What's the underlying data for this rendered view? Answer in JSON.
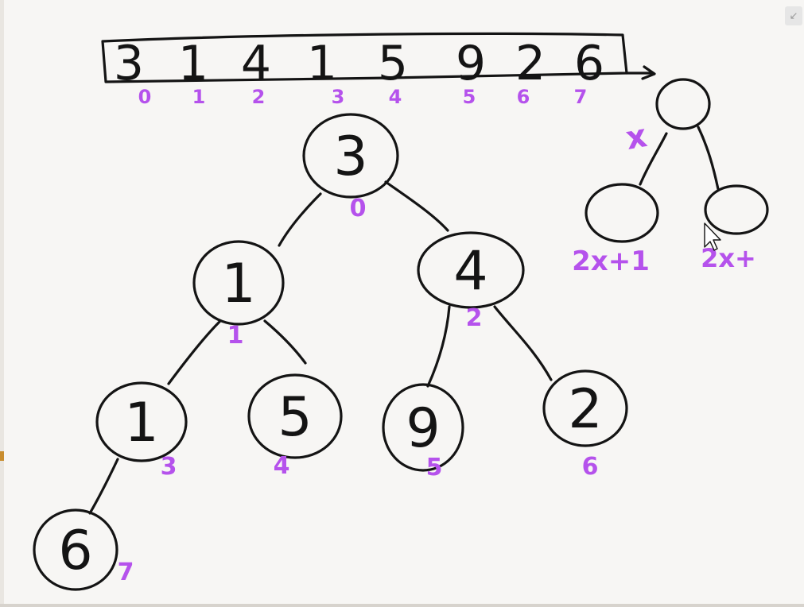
{
  "colors": {
    "ink": "#141414",
    "annotation": "#b552ec",
    "background": "#f7f6f4"
  },
  "array": {
    "values": [
      "3",
      "1",
      "4",
      "1",
      "5",
      "9",
      "2",
      "6"
    ],
    "indices": [
      "0",
      "1",
      "2",
      "3",
      "4",
      "5",
      "6",
      "7"
    ]
  },
  "tree": {
    "nodes": [
      {
        "value": "3",
        "index": "0"
      },
      {
        "value": "1",
        "index": "1"
      },
      {
        "value": "4",
        "index": "2"
      },
      {
        "value": "1",
        "index": "3"
      },
      {
        "value": "5",
        "index": "4"
      },
      {
        "value": "9",
        "index": "5"
      },
      {
        "value": "2",
        "index": "6"
      },
      {
        "value": "6",
        "index": "7"
      }
    ],
    "edges": [
      [
        0,
        1
      ],
      [
        0,
        2
      ],
      [
        1,
        3
      ],
      [
        1,
        4
      ],
      [
        2,
        5
      ],
      [
        2,
        6
      ],
      [
        3,
        7
      ]
    ]
  },
  "formula": {
    "parent_label": "x",
    "left_child_label": "2x+1",
    "right_child_label": "2x+"
  },
  "icons": {
    "exit_fullscreen": "exit-fullscreen-icon",
    "cursor": "mouse-pointer-icon"
  }
}
